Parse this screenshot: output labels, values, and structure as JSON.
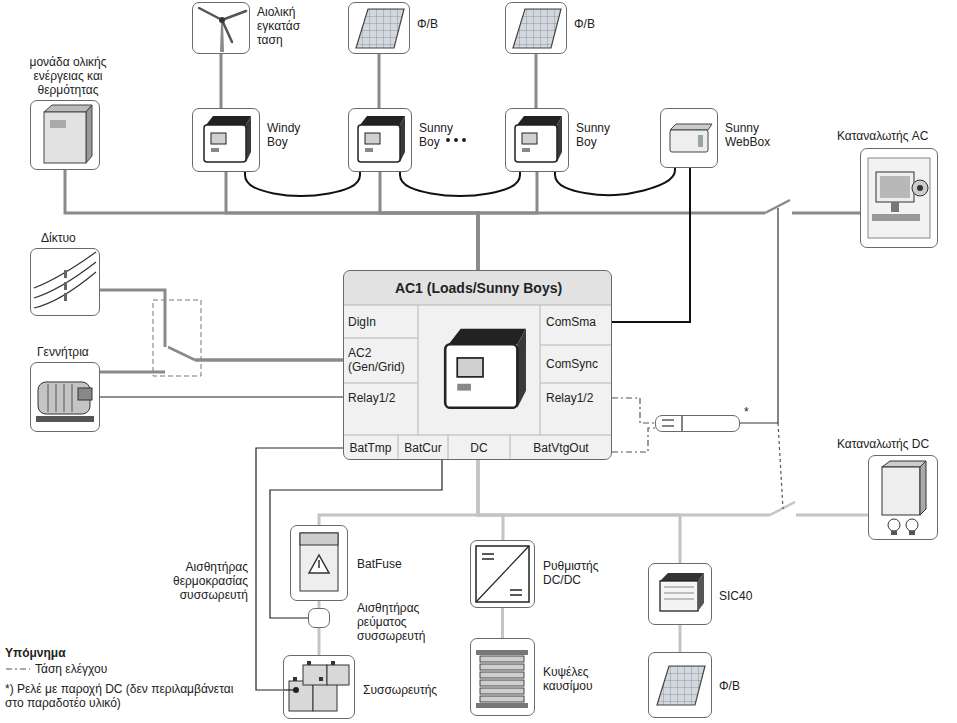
{
  "diagram": {
    "nodes": [
      {
        "text": [
          "μονάδα ολικής ενέργειας και θερμότητας"
        ]
      },
      {
        "text": [
          "Αιολική εγκατάσ ταση"
        ]
      },
      {
        "text": [
          "Windy Boy"
        ]
      },
      {
        "text": [
          "Φ/Β"
        ]
      },
      {
        "text": [
          "Sunny Boy"
        ]
      },
      {
        "text": [
          "Φ/Β"
        ]
      },
      {
        "text": [
          "Sunny Boy"
        ]
      },
      {
        "text": [
          "Sunny WebBox"
        ]
      },
      {
        "text": [
          "Καταναλωτής AC"
        ]
      },
      {
        "text": [
          "Δίκτυο"
        ]
      },
      {
        "text": [
          "Γεννήτρια"
        ]
      },
      {
        "text": [
          "AC1 (Loads/Sunny Boys)"
        ]
      },
      {
        "text": [
          "Καταναλωτής DC"
        ]
      },
      {
        "text": [
          "BatFuse"
        ]
      },
      {
        "text": [
          "Αισθητήρας ρεύματος συσσωρευτή"
        ]
      },
      {
        "text": [
          "Συσσωρευτής"
        ]
      },
      {
        "text": [
          "Ρυθμιστής DC/DC"
        ]
      },
      {
        "text": [
          "Κυψέλες καυσίμου"
        ]
      },
      {
        "text": [
          "SIC40"
        ]
      },
      {
        "text": [
          "Φ/Β"
        ]
      },
      {
        "text": [
          "*"
        ]
      }
    ],
    "edges": [
      {
        "from": 0,
        "to": 11,
        "arrow": "none"
      },
      {
        "from": 1,
        "to": 2,
        "arrow": "none"
      },
      {
        "from": 2,
        "to": 11,
        "arrow": "none"
      },
      {
        "from": 3,
        "to": 4,
        "arrow": "none"
      },
      {
        "from": 4,
        "to": 11,
        "arrow": "none"
      },
      {
        "from": 5,
        "to": 6,
        "arrow": "none"
      },
      {
        "from": 6,
        "to": 11,
        "arrow": "none"
      },
      {
        "from": 11,
        "to": 8,
        "arrow": "none"
      },
      {
        "from": 2,
        "to": 4,
        "arrow": "none"
      },
      {
        "from": 4,
        "to": 6,
        "arrow": "none"
      },
      {
        "from": 6,
        "to": 7,
        "arrow": "none"
      },
      {
        "from": 7,
        "to": 11,
        "arrow": "none"
      },
      {
        "from": 9,
        "to": 11,
        "arrow": "none"
      },
      {
        "from": 10,
        "to": 11,
        "arrow": "none"
      },
      {
        "from": 10,
        "to": 11,
        "arrow": "none"
      },
      {
        "from": 11,
        "to": 20,
        "arrow": "none"
      },
      {
        "from": 11,
        "to": 20,
        "arrow": "none"
      },
      {
        "from": 11,
        "to": 13,
        "arrow": "none"
      },
      {
        "from": 16,
        "to": 11,
        "arrow": "none"
      },
      {
        "from": 18,
        "to": 11,
        "arrow": "none"
      },
      {
        "from": 11,
        "to": 12,
        "arrow": "none"
      },
      {
        "from": 13,
        "to": 14,
        "arrow": "none"
      },
      {
        "from": 14,
        "to": 15,
        "arrow": "none"
      },
      {
        "from": 11,
        "to": 14,
        "arrow": "none"
      },
      {
        "from": 11,
        "to": 15,
        "arrow": "none"
      },
      {
        "from": 17,
        "to": 16,
        "arrow": "none"
      },
      {
        "from": 19,
        "to": 18,
        "arrow": "none"
      }
    ],
    "labels": [
      "DigIn",
      "AC2 (Gen/Grid)",
      "Relay1/2",
      "BatTmp",
      "BatCur",
      "DC",
      "BatVtgOut",
      "ComSma",
      "ComSync",
      "Relay1/2",
      "Αισθητήρας θερμοκρασίας συσσωρευτή",
      "Υπόμνημα",
      "*) Ρελέ με παροχή DC (δεν περιλαμβάνεται στο παραδοτέο υλικό)"
    ],
    "legend": [
      {
        "text": "Τάση ελέγχου"
      }
    ]
  }
}
